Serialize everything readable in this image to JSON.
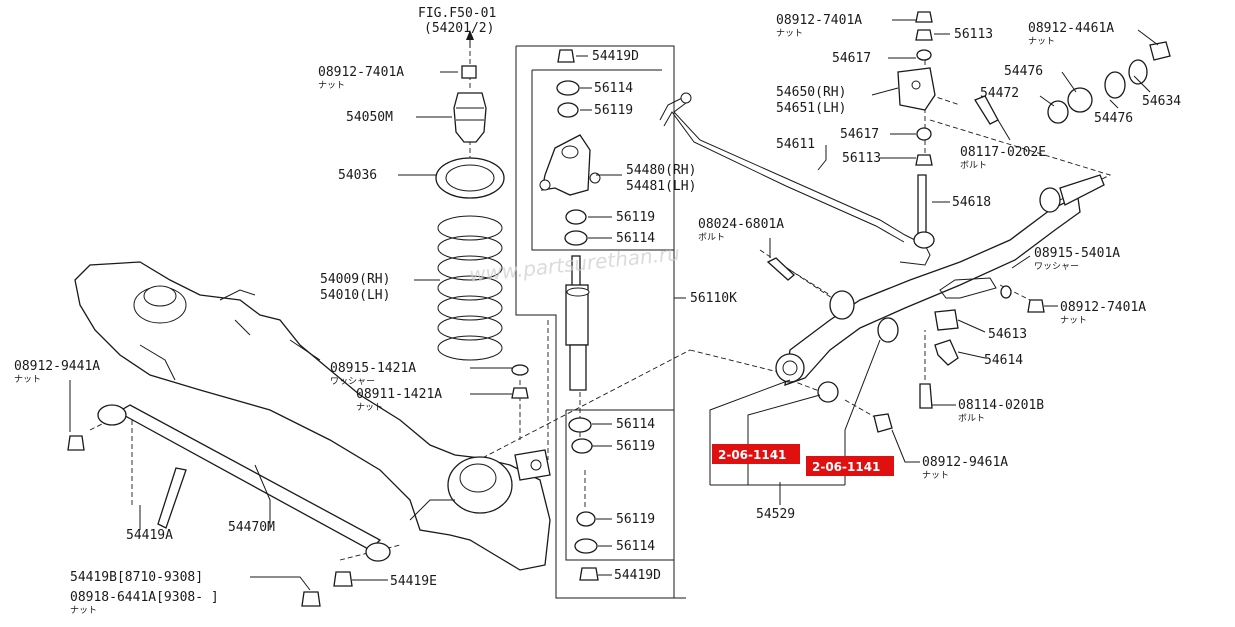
{
  "ref": {
    "fig": "FIG.F50-01",
    "sub": "(54201/2)"
  },
  "parts": {
    "p08912_7401A_top": "08912-7401A",
    "p08912_7401A_left": "08912-7401A",
    "p54050M": "54050M",
    "p54036": "54036",
    "p54009": "54009(RH)",
    "p54010": "54010(LH)",
    "p08915_1421A": "08915-1421A",
    "p08911_1421A": "08911-1421A",
    "p08912_9441A": "08912-9441A",
    "p54419A": "54419A",
    "p54470M": "54470M",
    "p54419B": "54419B[8710-9308]",
    "p08918_6441A": "08918-6441A[9308-   ]",
    "p54419E": "54419E",
    "p54419D_top": "54419D",
    "p56114_a": "56114",
    "p56119_a": "56119",
    "p54480": "54480(RH)",
    "p54481": "54481(LH)",
    "p56119_b": "56119",
    "p56114_b": "56114",
    "p56110K": "56110K",
    "p56114_c": "56114",
    "p56119_c": "56119",
    "p56119_d": "56119",
    "p56114_d": "56114",
    "p54419D_bot": "54419D",
    "p08912_7401A_r": "08912-7401A",
    "p56113_top": "56113",
    "p54617_top": "54617",
    "p54650": "54650(RH)",
    "p54651": "54651(LH)",
    "p54611": "54611",
    "p54617_mid": "54617",
    "p56113_mid": "56113",
    "p54618": "54618",
    "p08024_6801A": "08024-6801A",
    "p08912_4461A": "08912-4461A",
    "p54476_a": "54476",
    "p54472": "54472",
    "p54634": "54634",
    "p54476_b": "54476",
    "p08117_0202E": "08117-0202E",
    "p08915_5401A": "08915-5401A",
    "p08912_7401A_br": "08912-7401A",
    "p54613": "54613",
    "p54614": "54614",
    "p08114_0201B": "08114-0201B",
    "p08912_9461A": "08912-9461A",
    "p54529": "54529"
  },
  "notes": {
    "nut": "ナット",
    "washer": "ワッシャー",
    "bolt": "ボルト"
  },
  "tags": {
    "tag1": "2-06-1141",
    "tag2": "2-06-1141"
  },
  "watermark": "www.partsurethan.ru",
  "colors": {
    "tag_bg": "#e01010",
    "line": "#1a1a1a"
  }
}
